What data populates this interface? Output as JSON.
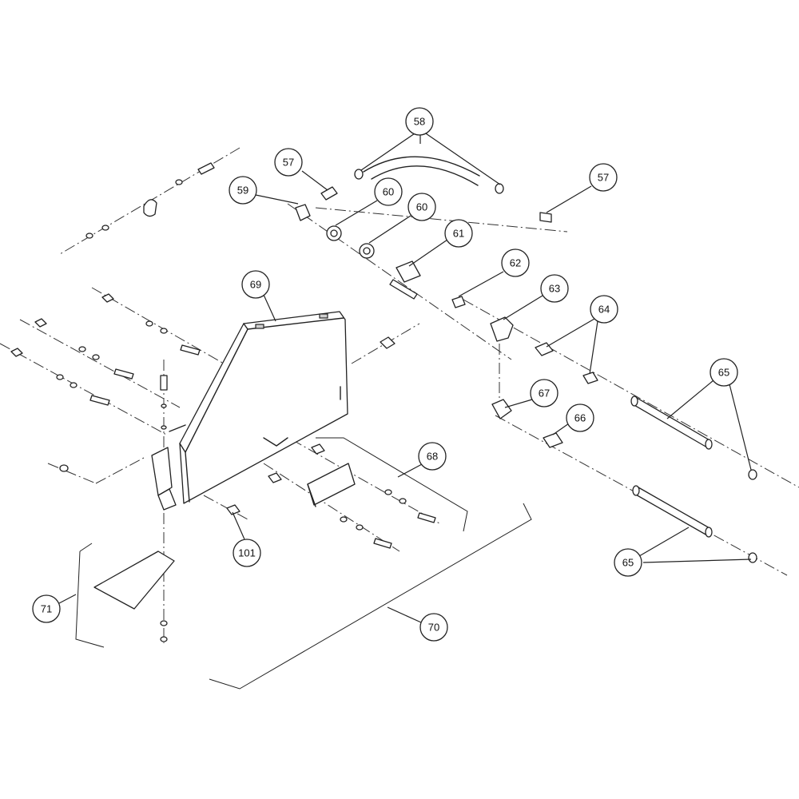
{
  "callouts": [
    {
      "id": "57a",
      "label": "57"
    },
    {
      "id": "57b",
      "label": "57"
    },
    {
      "id": "58",
      "label": "58"
    },
    {
      "id": "59",
      "label": "59"
    },
    {
      "id": "60a",
      "label": "60"
    },
    {
      "id": "60b",
      "label": "60"
    },
    {
      "id": "61",
      "label": "61"
    },
    {
      "id": "62",
      "label": "62"
    },
    {
      "id": "63",
      "label": "63"
    },
    {
      "id": "64",
      "label": "64"
    },
    {
      "id": "65a",
      "label": "65"
    },
    {
      "id": "65b",
      "label": "65"
    },
    {
      "id": "66",
      "label": "66"
    },
    {
      "id": "67",
      "label": "67"
    },
    {
      "id": "68",
      "label": "68"
    },
    {
      "id": "69",
      "label": "69"
    },
    {
      "id": "70",
      "label": "70"
    },
    {
      "id": "71",
      "label": "71"
    },
    {
      "id": "101",
      "label": "101"
    }
  ],
  "colors": {
    "line": "#222222",
    "background": "#ffffff"
  }
}
